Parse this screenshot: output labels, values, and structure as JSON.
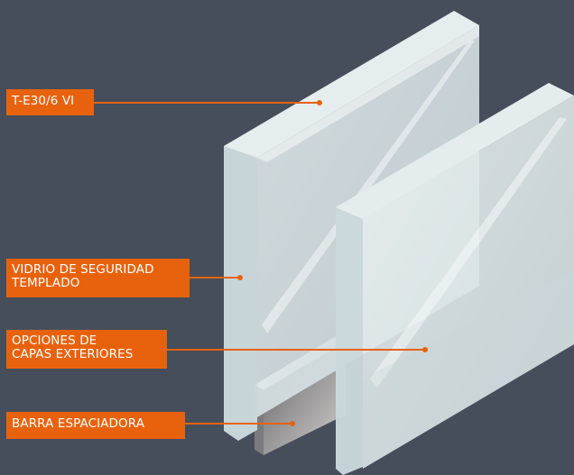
{
  "diagram": {
    "labels": [
      {
        "id": "glass-type",
        "text": "T-E30/6 VI"
      },
      {
        "id": "safety-glass",
        "text": "VIDRIO DE SEGURIDAD\nTEMPLADO"
      },
      {
        "id": "outer-layers",
        "text": "OPCIONES DE\nCAPAS EXTERIORES"
      },
      {
        "id": "spacer",
        "text": "BARRA ESPACIADORA"
      }
    ],
    "colors": {
      "background": "#464e5b",
      "accent": "#e8620e",
      "glass": "#dfe8ea"
    }
  }
}
